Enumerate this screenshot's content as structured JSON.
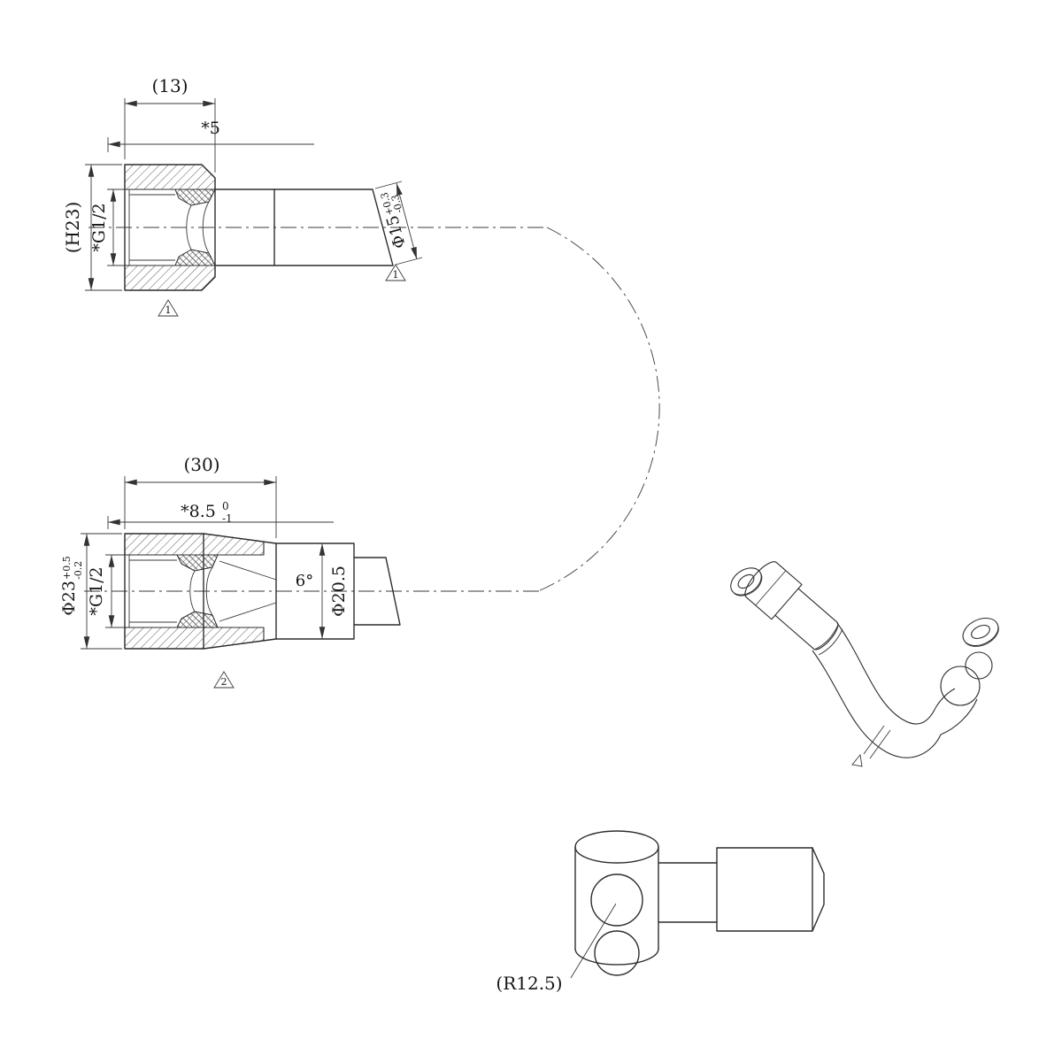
{
  "drawing": {
    "top_view": {
      "dim_width": "(13)",
      "dim_depth": "*5",
      "dim_height": "(H23)",
      "dim_thread": "*G1/2",
      "dim_pipe_dia": "Φ15",
      "dim_pipe_tol_up": "+0.3",
      "dim_pipe_tol_dn": "-0.3",
      "flag_left": "1",
      "flag_pipe": "1"
    },
    "mid_view": {
      "dim_length": "(30)",
      "dim_depth": "*8.5",
      "dim_depth_tol_up": "0",
      "dim_depth_tol_dn": "-1",
      "dim_outer_dia": "Φ23",
      "dim_outer_tol_up": "+0.5",
      "dim_outer_tol_dn": "-0.2",
      "dim_thread": "*G1/2",
      "dim_taper": "6°",
      "dim_body_dia": "Φ20.5",
      "flag": "2"
    },
    "elbow_view": {
      "dim_radius": "(R12.5)"
    }
  }
}
